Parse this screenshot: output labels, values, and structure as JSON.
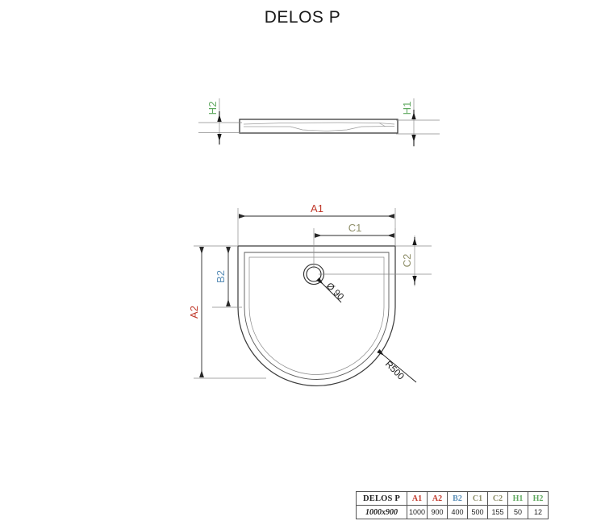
{
  "title": "DELOS P",
  "colors": {
    "line": "#3a3a3a",
    "thin": "#8a8a8a",
    "red": "#c0392b",
    "blue": "#5b8fb8",
    "olive": "#8f8f6a",
    "green": "#5fa85f",
    "black": "#1a1a1a"
  },
  "side_view": {
    "labels": {
      "h2": "H2",
      "h1": "H1"
    }
  },
  "plan_view": {
    "labels": {
      "a1": "A1",
      "a2": "A2",
      "b2": "B2",
      "c1": "C1",
      "c2": "C2",
      "drain": "Ø 90",
      "radius": "R500"
    }
  },
  "spec_table": {
    "model": "DELOS P",
    "headers": [
      "A1",
      "A2",
      "B2",
      "C1",
      "C2",
      "H1",
      "H2"
    ],
    "header_colors": [
      "#c0392b",
      "#c0392b",
      "#5b8fb8",
      "#8f8f6a",
      "#8f8f6a",
      "#5fa85f",
      "#5fa85f"
    ],
    "rows": [
      {
        "size": "1000x900",
        "values": [
          "1000",
          "900",
          "400",
          "500",
          "155",
          "50",
          "12"
        ]
      }
    ]
  }
}
